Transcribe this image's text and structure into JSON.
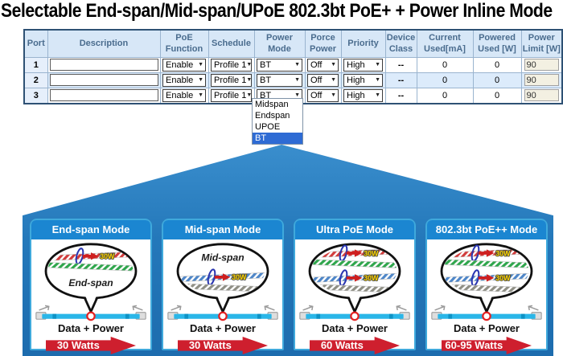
{
  "title": "Selectable End-span/Mid-span/UPoE 802.3bt PoE+ + Power Inline Mode",
  "icons": {
    "dropdown_arrow": "▼"
  },
  "table": {
    "headers": [
      "Port",
      "Description",
      "PoE Function",
      "Schedule",
      "Power Mode",
      "Porce Power",
      "Priority",
      "Device Class",
      "Current Used[mA]",
      "Powered Used [W]",
      "Power Limit [W]"
    ],
    "rows": [
      {
        "port": "1",
        "description": "",
        "poe_function": "Enable",
        "schedule": "Profile 1",
        "power_mode": "BT",
        "force_power": "Off",
        "priority": "High",
        "device_class": "--",
        "current_used": "0",
        "powered_used": "0",
        "power_limit": "90"
      },
      {
        "port": "2",
        "description": "",
        "poe_function": "Enable",
        "schedule": "Profile 1",
        "power_mode": "BT",
        "force_power": "Off",
        "priority": "High",
        "device_class": "--",
        "current_used": "0",
        "powered_used": "0",
        "power_limit": "90"
      },
      {
        "port": "3",
        "description": "",
        "poe_function": "Enable",
        "schedule": "Profile 1",
        "power_mode": "BT",
        "force_power": "Off",
        "priority": "High",
        "device_class": "--",
        "current_used": "0",
        "powered_used": "0",
        "power_limit": "90"
      }
    ]
  },
  "dropdown": {
    "options": [
      "Midspan",
      "Endspan",
      "UPOE",
      "BT"
    ],
    "selected": "BT"
  },
  "cards": [
    {
      "title": "End-span Mode",
      "bubble_label": "End-span",
      "label_pos": "bottom",
      "wires": [
        {
          "color": "red",
          "power": "30W"
        },
        {
          "color": "green"
        }
      ],
      "data_label": "Data + Power",
      "watts": "30 Watts"
    },
    {
      "title": "Mid-span Mode",
      "bubble_label": "Mid-span",
      "label_pos": "top",
      "wires": [
        {
          "color": "blue",
          "power": "30W"
        },
        {
          "color": "gray"
        }
      ],
      "data_label": "Data + Power",
      "watts": "30 Watts"
    },
    {
      "title": "Ultra PoE Mode",
      "bubble_label": "",
      "label_pos": "",
      "wires": [
        {
          "color": "red",
          "power": "30W"
        },
        {
          "color": "green"
        },
        {
          "color": "blue",
          "power": "30W"
        },
        {
          "color": "gray"
        }
      ],
      "data_label": "Data + Power",
      "watts": "60 Watts"
    },
    {
      "title": "802.3bt PoE++ Mode",
      "bubble_label": "",
      "label_pos": "",
      "wires": [
        {
          "color": "red",
          "power": "30W"
        },
        {
          "color": "green"
        },
        {
          "color": "blue",
          "power": "30W"
        },
        {
          "color": "gray"
        }
      ],
      "data_label": "Data + Power",
      "watts": "60-95 Watts"
    }
  ],
  "diagram": {
    "wire_colors": {
      "red": "#d23b3b",
      "green": "#2fa64c",
      "blue": "#4e86c8",
      "gray": "#8f8f85"
    },
    "coil_color": "#2a36b1",
    "power_arrow_color": "#ce1f1f",
    "power_label_color": "#ffd400",
    "cable_color": "#2ab6e8",
    "cable_dark_color": "#0d93c6",
    "center_ring_color": "#e32222"
  },
  "colors": {
    "header_bg": "#d7e7f7",
    "header_text": "#4a6c8e",
    "table_border": "#2e5174",
    "row_alt_bg": "#dcebfb",
    "card_header_blue": "#1b86d1",
    "card_border": "#3fa9dc",
    "funnel_blue": "#2478ba",
    "watts_arrow_red": "#ce1f2e",
    "dropdown_highlight": "#2e6bd4"
  }
}
